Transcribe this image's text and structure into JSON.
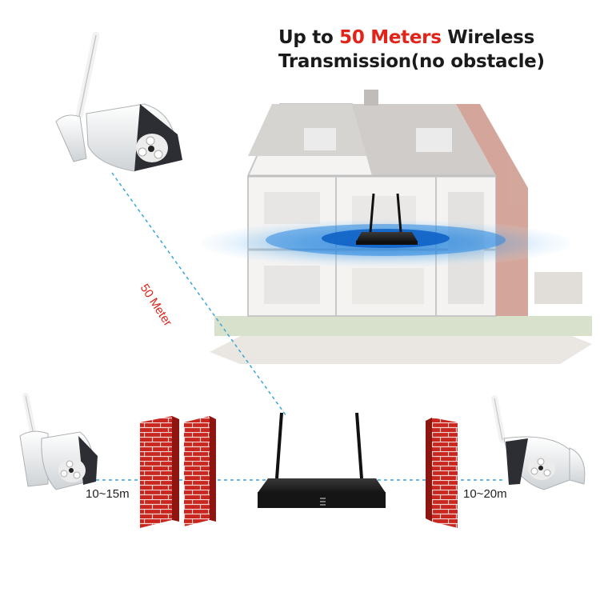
{
  "headline": {
    "prefix": "Up to ",
    "highlight": "50 Meters",
    "suffix": " Wireless",
    "line2": "Transmission(no obstacle)"
  },
  "labels": {
    "diagonal_distance": "50 Meter",
    "left_distance": "10~15m",
    "right_distance": "10~20m"
  },
  "colors": {
    "accent_red": "#e2231a",
    "brick_red": "#c8261f",
    "signal_blue": "#1e90e0",
    "link_dash": "#3aa6d8",
    "nvr_black": "#1b1b1b"
  },
  "icons": [
    "bullet-camera-icon",
    "nvr-recorder-icon",
    "brick-wall-icon",
    "house-cutaway-icon",
    "wifi-ripple-icon"
  ]
}
